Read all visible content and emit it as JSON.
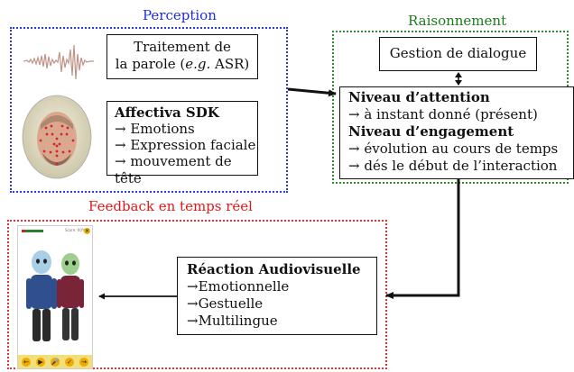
{
  "perception": {
    "title": "Perception",
    "asr_line1": "Traitement de",
    "asr_line2_pre": "la parole (",
    "asr_line2_em": "e.g.",
    "asr_line2_post": " ASR)",
    "sdk_title": "Affectiva SDK",
    "sdk_items": [
      "→ Emotions",
      "→ Expression faciale",
      "→ mouvement de tête"
    ]
  },
  "raisonnement": {
    "title": "Raisonnement",
    "dialogue": "Gestion de dialogue",
    "attention_title": "Niveau d’attention",
    "attention_item": "→ à instant donné (présent)",
    "engagement_title": "Niveau d’engagement",
    "engagement_items": [
      "→ évolution au cours de temps",
      "→ dés le début de l’interaction"
    ]
  },
  "feedback": {
    "title": "Feedback en temps réel",
    "reaction_title": "Réaction Audiovisuelle",
    "reaction_items": [
      "→Emotionnelle",
      "→Gestuelle",
      "→Multilingue"
    ],
    "phone_score": "Score: 60%",
    "controls": [
      "←",
      "▶",
      "🎤",
      "✓",
      "→"
    ]
  },
  "colors": {
    "perception": "#1f2fd6",
    "raisonnement": "#1e7a1e",
    "feedback": "#e01a1a"
  }
}
